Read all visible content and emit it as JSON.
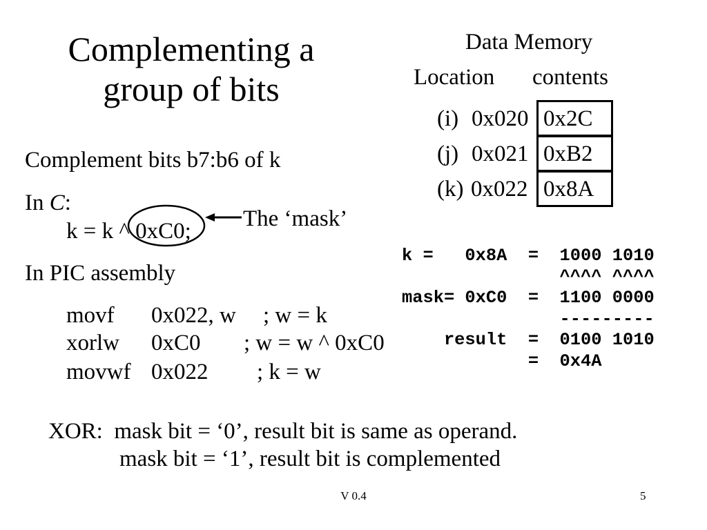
{
  "title": {
    "line1": "Complementing a",
    "line2": "group of bits"
  },
  "memory": {
    "heading": "Data Memory",
    "col_location": "Location",
    "col_contents": "contents",
    "rows": [
      {
        "label": "(i)",
        "address": "0x020",
        "value": "0x2C"
      },
      {
        "label": "(j)",
        "address": "0x021",
        "value": "0xB2"
      },
      {
        "label": "(k)",
        "address": "0x022",
        "value": "0x8A"
      }
    ]
  },
  "intro": "Complement bits b7:b6 of k",
  "c_section": {
    "prefix": "In ",
    "lang": "C",
    "suffix": ":",
    "code": "k = k ^ 0xC0;",
    "mask_callout": "The ‘mask’"
  },
  "asm_section": {
    "heading": "In PIC assembly",
    "lines": [
      {
        "op": "movf",
        "arg": "0x022, w",
        "comment": "; w = k"
      },
      {
        "op": "xorlw",
        "arg": "0xC0",
        "comment": "; w = w ^ 0xC0"
      },
      {
        "op": "movwf",
        "arg": "0x022",
        "comment": "; k = w"
      }
    ]
  },
  "calc": {
    "lines": [
      "k =   0x8A  =  1000 1010",
      "               ^^^^ ^^^^",
      "mask= 0xC0  =  1100 0000",
      "               ---------",
      "    result  =  0100 1010",
      "            =  0x4A"
    ]
  },
  "xor_note": {
    "line1": "XOR:  mask bit = ‘0’, result bit is same as operand.",
    "line2": "mask bit = ‘1’, result bit is complemented"
  },
  "footer": {
    "version": "V 0.4",
    "page": "5"
  }
}
